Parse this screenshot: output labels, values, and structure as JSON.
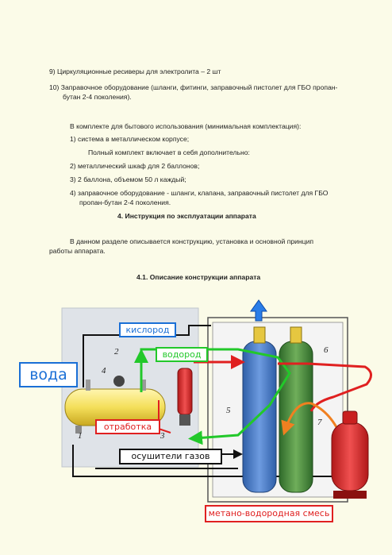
{
  "text": {
    "item9": "9) Циркуляционные ресиверы для электролита – 2 шт",
    "item10_a": "10) Заправочное оборудование (шланги, фитинги, заправочный пистолет для ГБО пропан-",
    "item10_b": "бутан 2-4 поколения).",
    "kit_title": "В комплекте для бытового использования (минимальная комплектация):",
    "kit1": "1) система в металлическом корпусе;",
    "full_kit": "Полный комплект включает в себя дополнительно:",
    "kit2": "2) металлический шкаф для 2 баллонов;",
    "kit3": "3) 2 баллона, объемом 50 л каждый;",
    "kit4_a": "4) заправочное оборудование - шланги, клапана, заправочный пистолет для ГБО",
    "kit4_b": "пропан-бутан 2-4 поколения.",
    "section4": "4. Инструкция по эксплуатации аппарата",
    "intro_a": "В данном разделе описывается конструкцию, установка и основной принцип",
    "intro_b": "работы аппарата.",
    "section41": "4.1. Описание конструкции аппарата"
  },
  "diagram": {
    "labels": {
      "kislorod": "кислород",
      "vodorod": "водород",
      "voda": "вода",
      "otrabotka": "отработка",
      "osushiteli": "осушители газов",
      "smes": "метано-водородная смесь"
    },
    "numbers": [
      "1",
      "2",
      "3",
      "4",
      "5",
      "6",
      "7"
    ],
    "colors": {
      "blue": "#1a6fd6",
      "green": "#22c82a",
      "red": "#e02020",
      "orange": "#f08020",
      "black": "#111111"
    }
  }
}
